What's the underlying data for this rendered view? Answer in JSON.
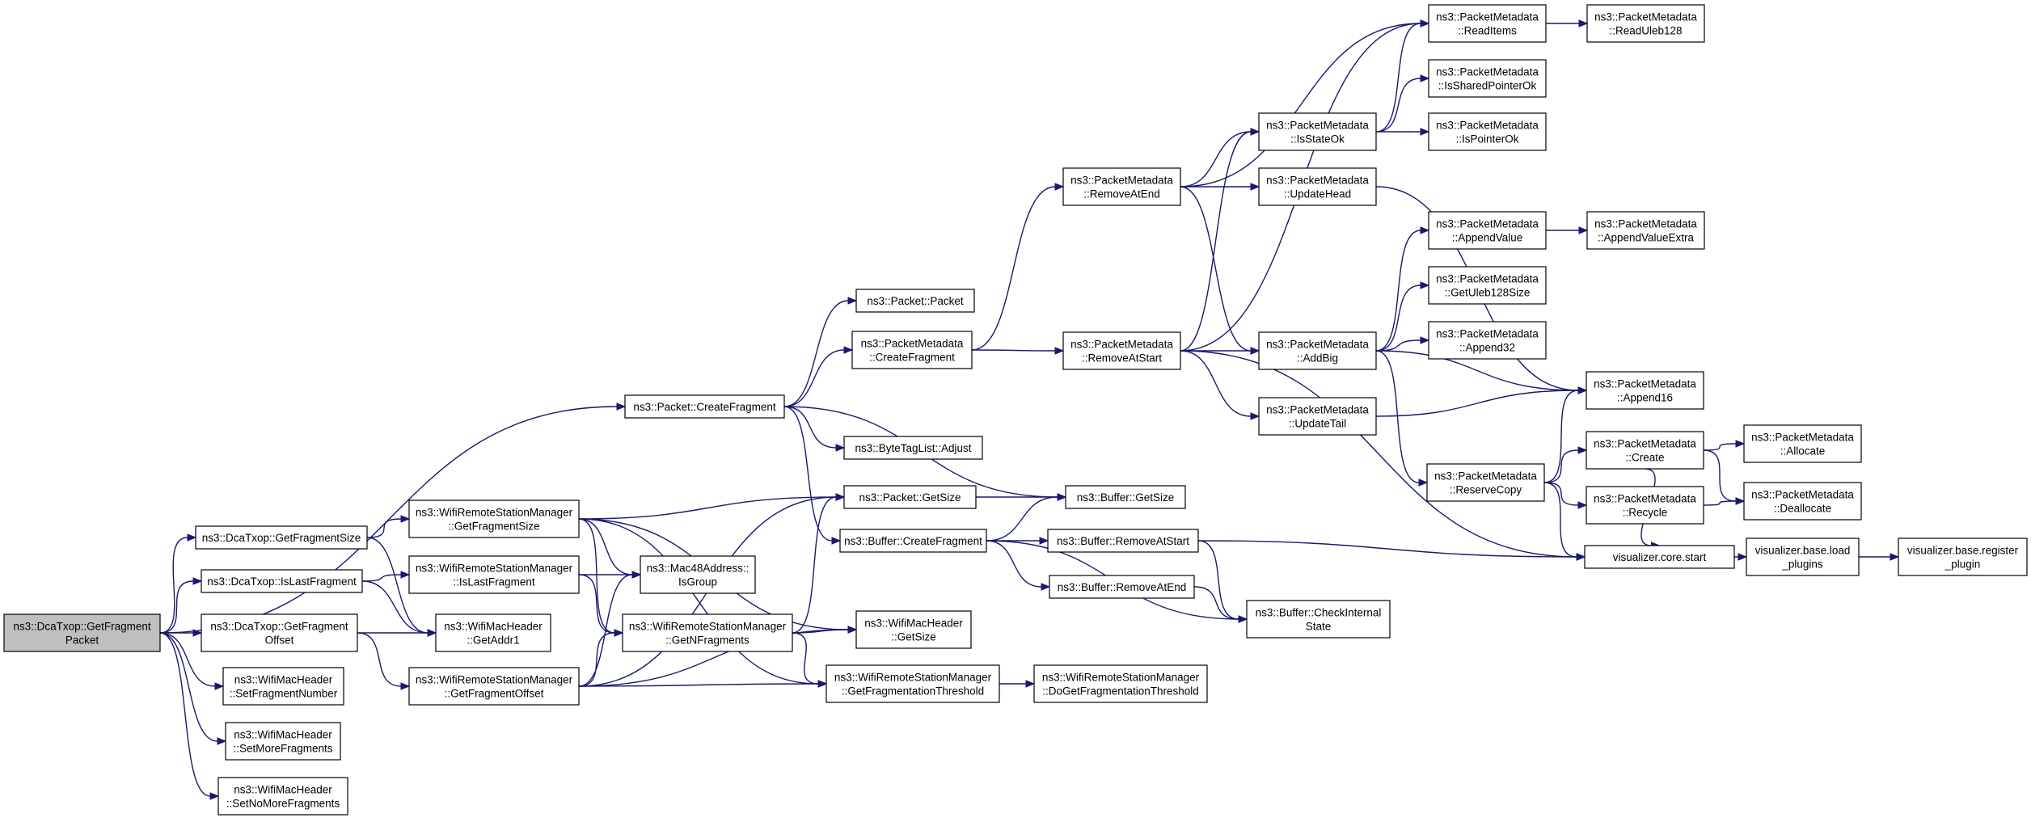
{
  "graph": {
    "nodes": [
      {
        "id": "root",
        "lines": [
          "ns3::DcaTxop::GetFragment",
          "Packet"
        ],
        "root": true
      },
      {
        "id": "getFragSize",
        "lines": [
          "ns3::DcaTxop::GetFragmentSize"
        ]
      },
      {
        "id": "isLastFrag",
        "lines": [
          "ns3::DcaTxop::IsLastFragment"
        ]
      },
      {
        "id": "getFragOffset",
        "lines": [
          "ns3::DcaTxop::GetFragment",
          "Offset"
        ]
      },
      {
        "id": "setFragNum",
        "lines": [
          "ns3::WifiMacHeader",
          "::SetFragmentNumber"
        ]
      },
      {
        "id": "setMoreFrag",
        "lines": [
          "ns3::WifiMacHeader",
          "::SetMoreFragments"
        ]
      },
      {
        "id": "setNoMoreFrag",
        "lines": [
          "ns3::WifiMacHeader",
          "::SetNoMoreFragments"
        ]
      },
      {
        "id": "pktCreateFrag",
        "lines": [
          "ns3::Packet::CreateFragment"
        ]
      },
      {
        "id": "wrsmGetFragSize",
        "lines": [
          "ns3::WifiRemoteStationManager",
          "::GetFragmentSize"
        ]
      },
      {
        "id": "wrsmIsLastFrag",
        "lines": [
          "ns3::WifiRemoteStationManager",
          "::IsLastFragment"
        ]
      },
      {
        "id": "getAddr1",
        "lines": [
          "ns3::WifiMacHeader",
          "::GetAddr1"
        ]
      },
      {
        "id": "wrsmGetFragOffset",
        "lines": [
          "ns3::WifiRemoteStationManager",
          "::GetFragmentOffset"
        ]
      },
      {
        "id": "macIsGroup",
        "lines": [
          "ns3::Mac48Address::",
          "IsGroup"
        ]
      },
      {
        "id": "wrsmGetNFrag",
        "lines": [
          "ns3::WifiRemoteStationManager",
          "::GetNFragments"
        ]
      },
      {
        "id": "packetPacket",
        "lines": [
          "ns3::Packet::Packet"
        ]
      },
      {
        "id": "pmCreateFrag",
        "lines": [
          "ns3::PacketMetadata",
          "::CreateFragment"
        ]
      },
      {
        "id": "btlAdjust",
        "lines": [
          "ns3::ByteTagList::Adjust"
        ]
      },
      {
        "id": "pktGetSize",
        "lines": [
          "ns3::Packet::GetSize"
        ]
      },
      {
        "id": "bufCreateFrag",
        "lines": [
          "ns3::Buffer::CreateFragment"
        ]
      },
      {
        "id": "wmhGetSize",
        "lines": [
          "ns3::WifiMacHeader",
          "::GetSize"
        ]
      },
      {
        "id": "wrsmGetFragThresh",
        "lines": [
          "ns3::WifiRemoteStationManager",
          "::GetFragmentationThreshold"
        ]
      },
      {
        "id": "wrsmDoGetFragThresh",
        "lines": [
          "ns3::WifiRemoteStationManager",
          "::DoGetFragmentationThreshold"
        ]
      },
      {
        "id": "pmRemoveAtEnd",
        "lines": [
          "ns3::PacketMetadata",
          "::RemoveAtEnd"
        ]
      },
      {
        "id": "pmRemoveAtStart",
        "lines": [
          "ns3::PacketMetadata",
          "::RemoveAtStart"
        ]
      },
      {
        "id": "bufGetSize",
        "lines": [
          "ns3::Buffer::GetSize"
        ]
      },
      {
        "id": "bufRemoveAtStart",
        "lines": [
          "ns3::Buffer::RemoveAtStart"
        ]
      },
      {
        "id": "bufRemoveAtEnd",
        "lines": [
          "ns3::Buffer::RemoveAtEnd"
        ]
      },
      {
        "id": "pmIsStateOk",
        "lines": [
          "ns3::PacketMetadata",
          "::IsStateOk"
        ]
      },
      {
        "id": "pmUpdateHead",
        "lines": [
          "ns3::PacketMetadata",
          "::UpdateHead"
        ]
      },
      {
        "id": "pmAddBig",
        "lines": [
          "ns3::PacketMetadata",
          "::AddBig"
        ]
      },
      {
        "id": "pmUpdateTail",
        "lines": [
          "ns3::PacketMetadata",
          "::UpdateTail"
        ]
      },
      {
        "id": "pmReserveCopy",
        "lines": [
          "ns3::PacketMetadata",
          "::ReserveCopy"
        ]
      },
      {
        "id": "bufCheckInternal",
        "lines": [
          "ns3::Buffer::CheckInternal",
          "State"
        ]
      },
      {
        "id": "visCoreStart",
        "lines": [
          "visualizer.core.start"
        ]
      },
      {
        "id": "pmReadItems",
        "lines": [
          "ns3::PacketMetadata",
          "::ReadItems"
        ]
      },
      {
        "id": "pmIsSharedPtrOk",
        "lines": [
          "ns3::PacketMetadata",
          "::IsSharedPointerOk"
        ]
      },
      {
        "id": "pmIsPtrOk",
        "lines": [
          "ns3::PacketMetadata",
          "::IsPointerOk"
        ]
      },
      {
        "id": "pmAppendValue",
        "lines": [
          "ns3::PacketMetadata",
          "::AppendValue"
        ]
      },
      {
        "id": "pmGetUleb",
        "lines": [
          "ns3::PacketMetadata",
          "::GetUleb128Size"
        ]
      },
      {
        "id": "pmAppend32",
        "lines": [
          "ns3::PacketMetadata",
          "::Append32"
        ]
      },
      {
        "id": "pmCreate",
        "lines": [
          "ns3::PacketMetadata",
          "::Create"
        ]
      },
      {
        "id": "pmRecycle",
        "lines": [
          "ns3::PacketMetadata",
          "::Recycle"
        ]
      },
      {
        "id": "visBaseLoad",
        "lines": [
          "visualizer.base.load",
          "_plugins"
        ]
      },
      {
        "id": "pmReadUleb",
        "lines": [
          "ns3::PacketMetadata",
          "::ReadUleb128"
        ]
      },
      {
        "id": "pmAppendValueExtra",
        "lines": [
          "ns3::PacketMetadata",
          "::AppendValueExtra"
        ]
      },
      {
        "id": "pmAppend16",
        "lines": [
          "ns3::PacketMetadata",
          "::Append16"
        ]
      },
      {
        "id": "pmAllocate",
        "lines": [
          "ns3::PacketMetadata",
          "::Allocate"
        ]
      },
      {
        "id": "pmDeallocate",
        "lines": [
          "ns3::PacketMetadata",
          "::Deallocate"
        ]
      },
      {
        "id": "visBaseRegister",
        "lines": [
          "visualizer.base.register",
          "_plugin"
        ]
      }
    ],
    "edges": [
      [
        "root",
        "pktCreateFrag"
      ],
      [
        "root",
        "getFragSize"
      ],
      [
        "root",
        "isLastFrag"
      ],
      [
        "root",
        "getFragOffset"
      ],
      [
        "root",
        "setFragNum"
      ],
      [
        "root",
        "setMoreFrag"
      ],
      [
        "root",
        "setNoMoreFrag"
      ],
      [
        "getFragSize",
        "wrsmGetFragSize"
      ],
      [
        "getFragSize",
        "getAddr1"
      ],
      [
        "isLastFrag",
        "wrsmIsLastFrag"
      ],
      [
        "isLastFrag",
        "getAddr1"
      ],
      [
        "getFragOffset",
        "getAddr1"
      ],
      [
        "getFragOffset",
        "wrsmGetFragOffset"
      ],
      [
        "wrsmGetFragSize",
        "pktGetSize"
      ],
      [
        "wrsmGetFragSize",
        "macIsGroup"
      ],
      [
        "wrsmGetFragSize",
        "wmhGetSize"
      ],
      [
        "wrsmGetFragSize",
        "wrsmGetNFrag"
      ],
      [
        "wrsmGetFragSize",
        "wrsmGetFragThresh"
      ],
      [
        "wrsmIsLastFrag",
        "macIsGroup"
      ],
      [
        "wrsmIsLastFrag",
        "wrsmGetNFrag"
      ],
      [
        "wrsmGetFragOffset",
        "pktGetSize"
      ],
      [
        "wrsmGetFragOffset",
        "macIsGroup"
      ],
      [
        "wrsmGetFragOffset",
        "wrsmGetNFrag"
      ],
      [
        "wrsmGetFragOffset",
        "wmhGetSize"
      ],
      [
        "wrsmGetFragOffset",
        "wrsmGetFragThresh"
      ],
      [
        "wrsmGetNFrag",
        "pktGetSize"
      ],
      [
        "wrsmGetNFrag",
        "wmhGetSize"
      ],
      [
        "wrsmGetNFrag",
        "wrsmGetFragThresh"
      ],
      [
        "wrsmGetFragThresh",
        "wrsmDoGetFragThresh"
      ],
      [
        "pktCreateFrag",
        "packetPacket"
      ],
      [
        "pktCreateFrag",
        "pmCreateFrag"
      ],
      [
        "pktCreateFrag",
        "btlAdjust"
      ],
      [
        "pktCreateFrag",
        "bufGetSize"
      ],
      [
        "pktCreateFrag",
        "bufCreateFrag"
      ],
      [
        "pktGetSize",
        "bufGetSize"
      ],
      [
        "pmCreateFrag",
        "pmRemoveAtEnd"
      ],
      [
        "pmCreateFrag",
        "pmRemoveAtStart"
      ],
      [
        "bufCreateFrag",
        "bufGetSize"
      ],
      [
        "bufCreateFrag",
        "bufRemoveAtStart"
      ],
      [
        "bufCreateFrag",
        "bufRemoveAtEnd"
      ],
      [
        "bufCreateFrag",
        "bufCheckInternal"
      ],
      [
        "pmRemoveAtEnd",
        "pmReadItems"
      ],
      [
        "pmRemoveAtEnd",
        "pmIsStateOk"
      ],
      [
        "pmRemoveAtEnd",
        "pmUpdateHead"
      ],
      [
        "pmRemoveAtEnd",
        "pmAddBig"
      ],
      [
        "pmRemoveAtStart",
        "pmIsStateOk"
      ],
      [
        "pmRemoveAtStart",
        "pmReadItems"
      ],
      [
        "pmRemoveAtStart",
        "pmAddBig"
      ],
      [
        "pmRemoveAtStart",
        "pmUpdateTail"
      ],
      [
        "pmRemoveAtStart",
        "visCoreStart"
      ],
      [
        "bufRemoveAtStart",
        "visCoreStart"
      ],
      [
        "bufRemoveAtStart",
        "bufCheckInternal"
      ],
      [
        "bufRemoveAtEnd",
        "bufCheckInternal"
      ],
      [
        "pmIsStateOk",
        "pmReadItems"
      ],
      [
        "pmIsStateOk",
        "pmIsSharedPtrOk"
      ],
      [
        "pmIsStateOk",
        "pmIsPtrOk"
      ],
      [
        "pmUpdateHead",
        "pmAppend16"
      ],
      [
        "pmAddBig",
        "pmAppendValue"
      ],
      [
        "pmAddBig",
        "pmGetUleb"
      ],
      [
        "pmAddBig",
        "pmAppend32"
      ],
      [
        "pmAddBig",
        "pmAppend16"
      ],
      [
        "pmAddBig",
        "pmReserveCopy"
      ],
      [
        "pmUpdateTail",
        "pmAppend16"
      ],
      [
        "pmReserveCopy",
        "pmAppend16"
      ],
      [
        "pmReserveCopy",
        "pmCreate"
      ],
      [
        "pmReserveCopy",
        "pmRecycle"
      ],
      [
        "pmReserveCopy",
        "visCoreStart"
      ],
      [
        "pmReadItems",
        "pmReadUleb"
      ],
      [
        "pmAppendValue",
        "pmAppendValueExtra"
      ],
      [
        "pmCreate",
        "pmAllocate"
      ],
      [
        "pmCreate",
        "pmDeallocate"
      ],
      [
        "pmCreate",
        "visCoreStart"
      ],
      [
        "pmRecycle",
        "pmDeallocate"
      ],
      [
        "visCoreStart",
        "visBaseLoad"
      ],
      [
        "visBaseLoad",
        "visBaseRegister"
      ]
    ],
    "colors": {
      "edge": "#191970",
      "node_border": "#000000",
      "node_fill": "#ffffff",
      "root_fill": "#bfbfbf"
    }
  }
}
